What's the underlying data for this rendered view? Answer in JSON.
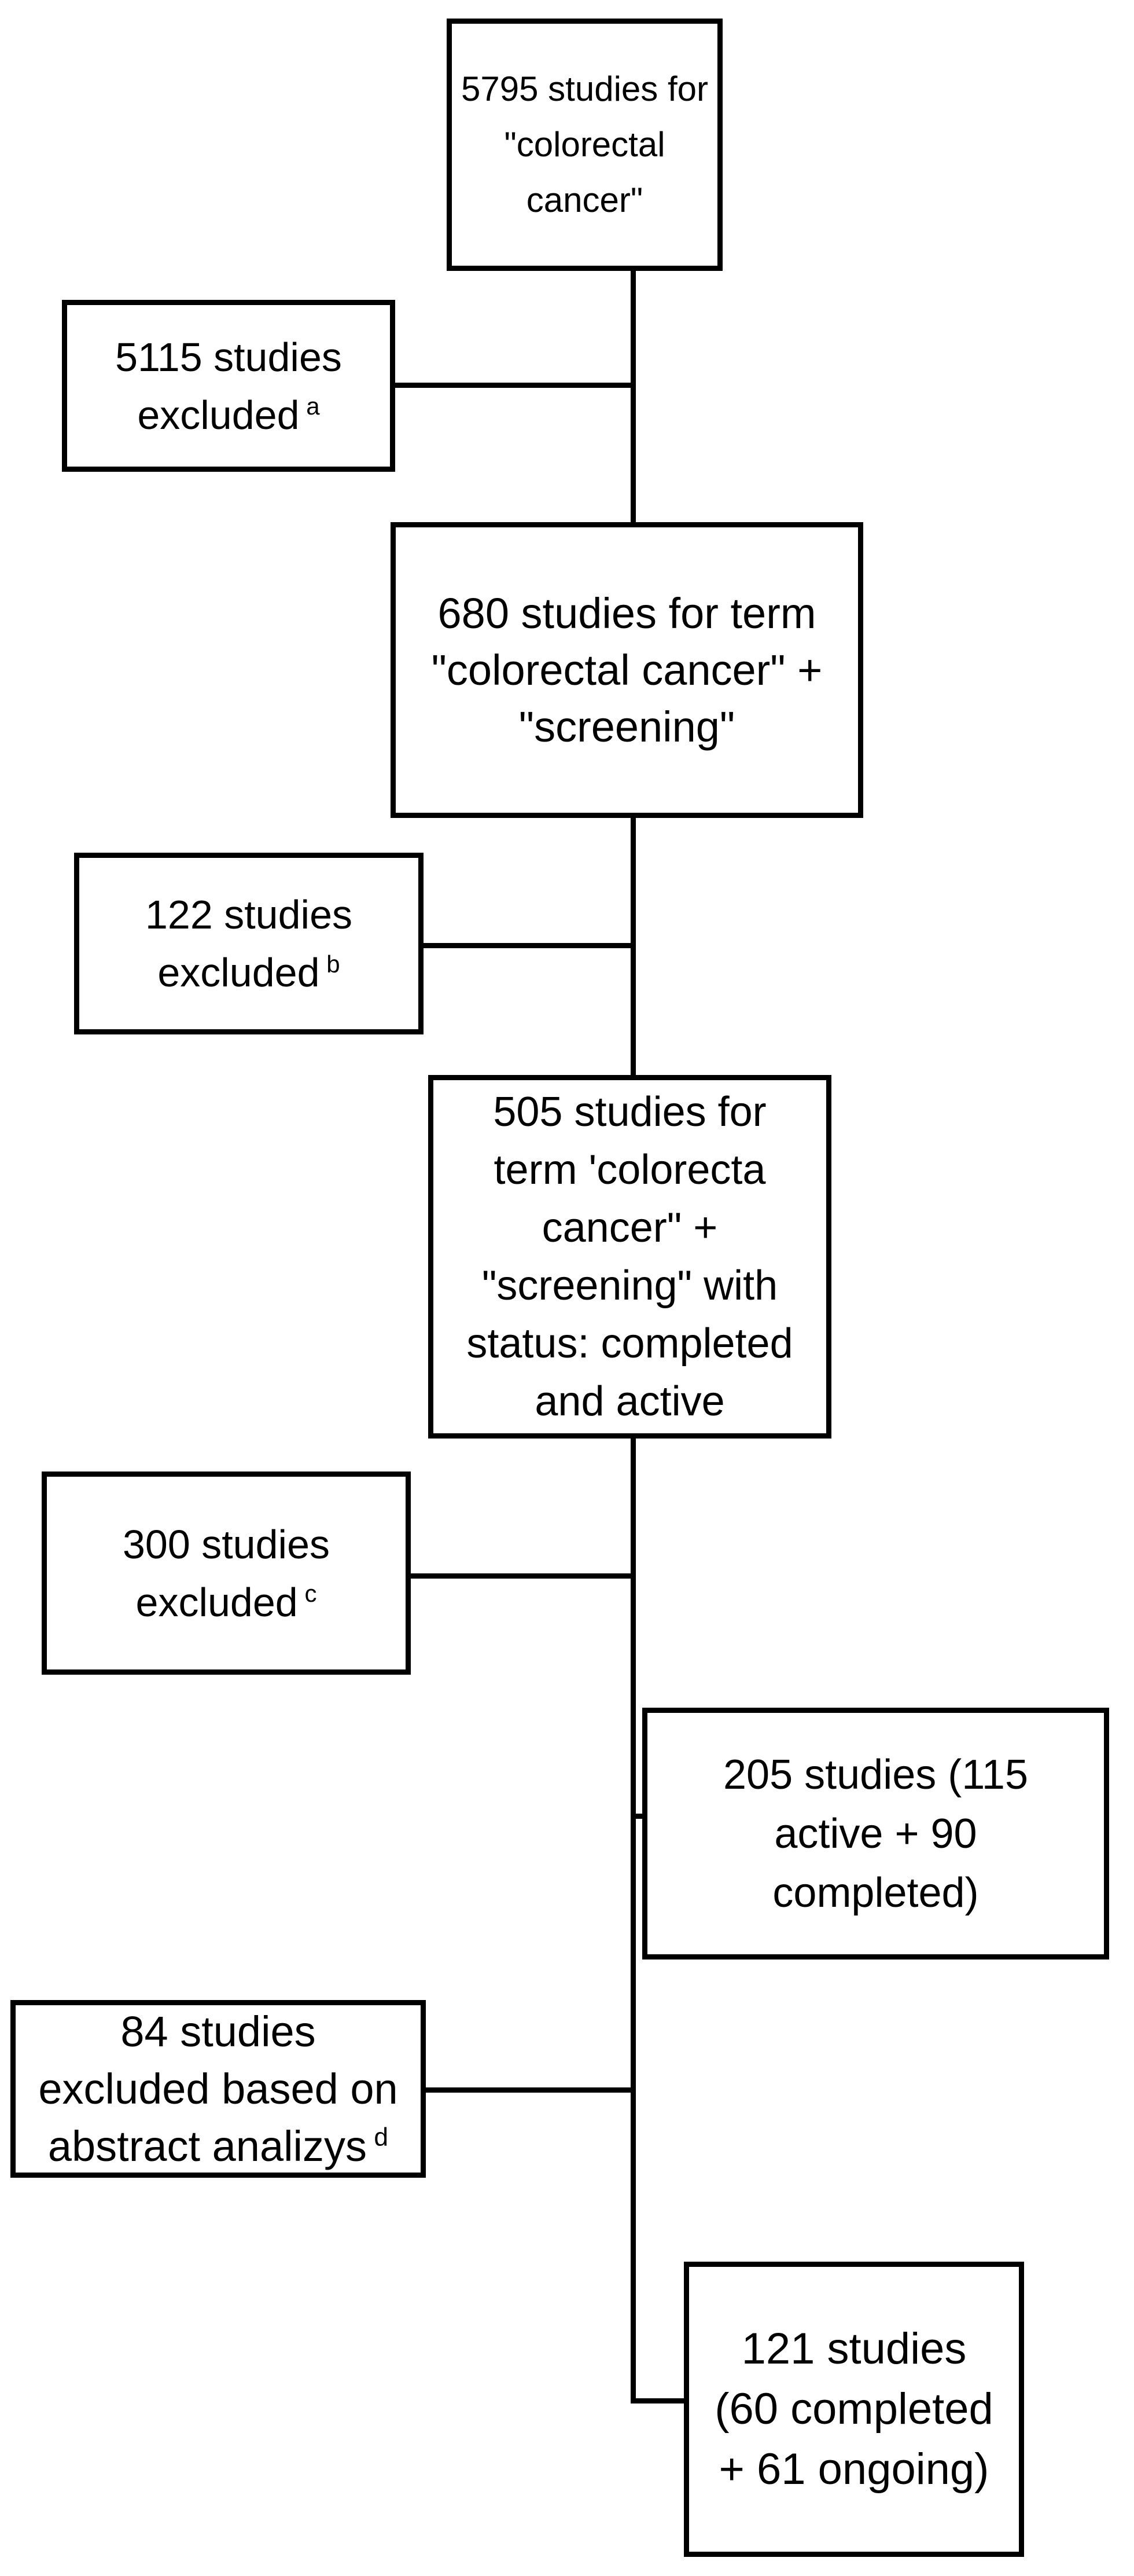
{
  "diagram": {
    "type": "study-selection-flowchart",
    "background_color": "#ffffff",
    "line_color": "#000000",
    "text_color": "#000000",
    "flow_boxes": [
      {
        "id": "box-5795",
        "lines": [
          "5795 studies for",
          "\"colorectal",
          "cancer\""
        ]
      },
      {
        "id": "box-680",
        "lines": [
          "680 studies for term",
          "\"colorectal cancer\" +",
          "\"screening\""
        ]
      },
      {
        "id": "box-505",
        "lines": [
          "505 studies for",
          "term 'colorecta",
          "cancer\" +",
          "\"screening\" with",
          "status: completed",
          "and active"
        ]
      },
      {
        "id": "box-205",
        "lines": [
          "205 studies (115",
          "active + 90",
          "completed)"
        ]
      },
      {
        "id": "box-121",
        "lines": [
          "121 studies",
          "(60 completed",
          "+ 61 ongoing)"
        ]
      }
    ],
    "exclusion_boxes": [
      {
        "id": "box-excluded-a",
        "lines": [
          "5115 studies",
          "excluded"
        ],
        "marker": "a"
      },
      {
        "id": "box-excluded-b",
        "lines": [
          "122 studies",
          "excluded"
        ],
        "marker": "b"
      },
      {
        "id": "box-excluded-c",
        "lines": [
          "300 studies",
          "excluded"
        ],
        "marker": "c"
      },
      {
        "id": "box-excluded-d",
        "lines": [
          "84 studies",
          "excluded based on",
          "abstract analizys"
        ],
        "marker": "d"
      }
    ]
  }
}
